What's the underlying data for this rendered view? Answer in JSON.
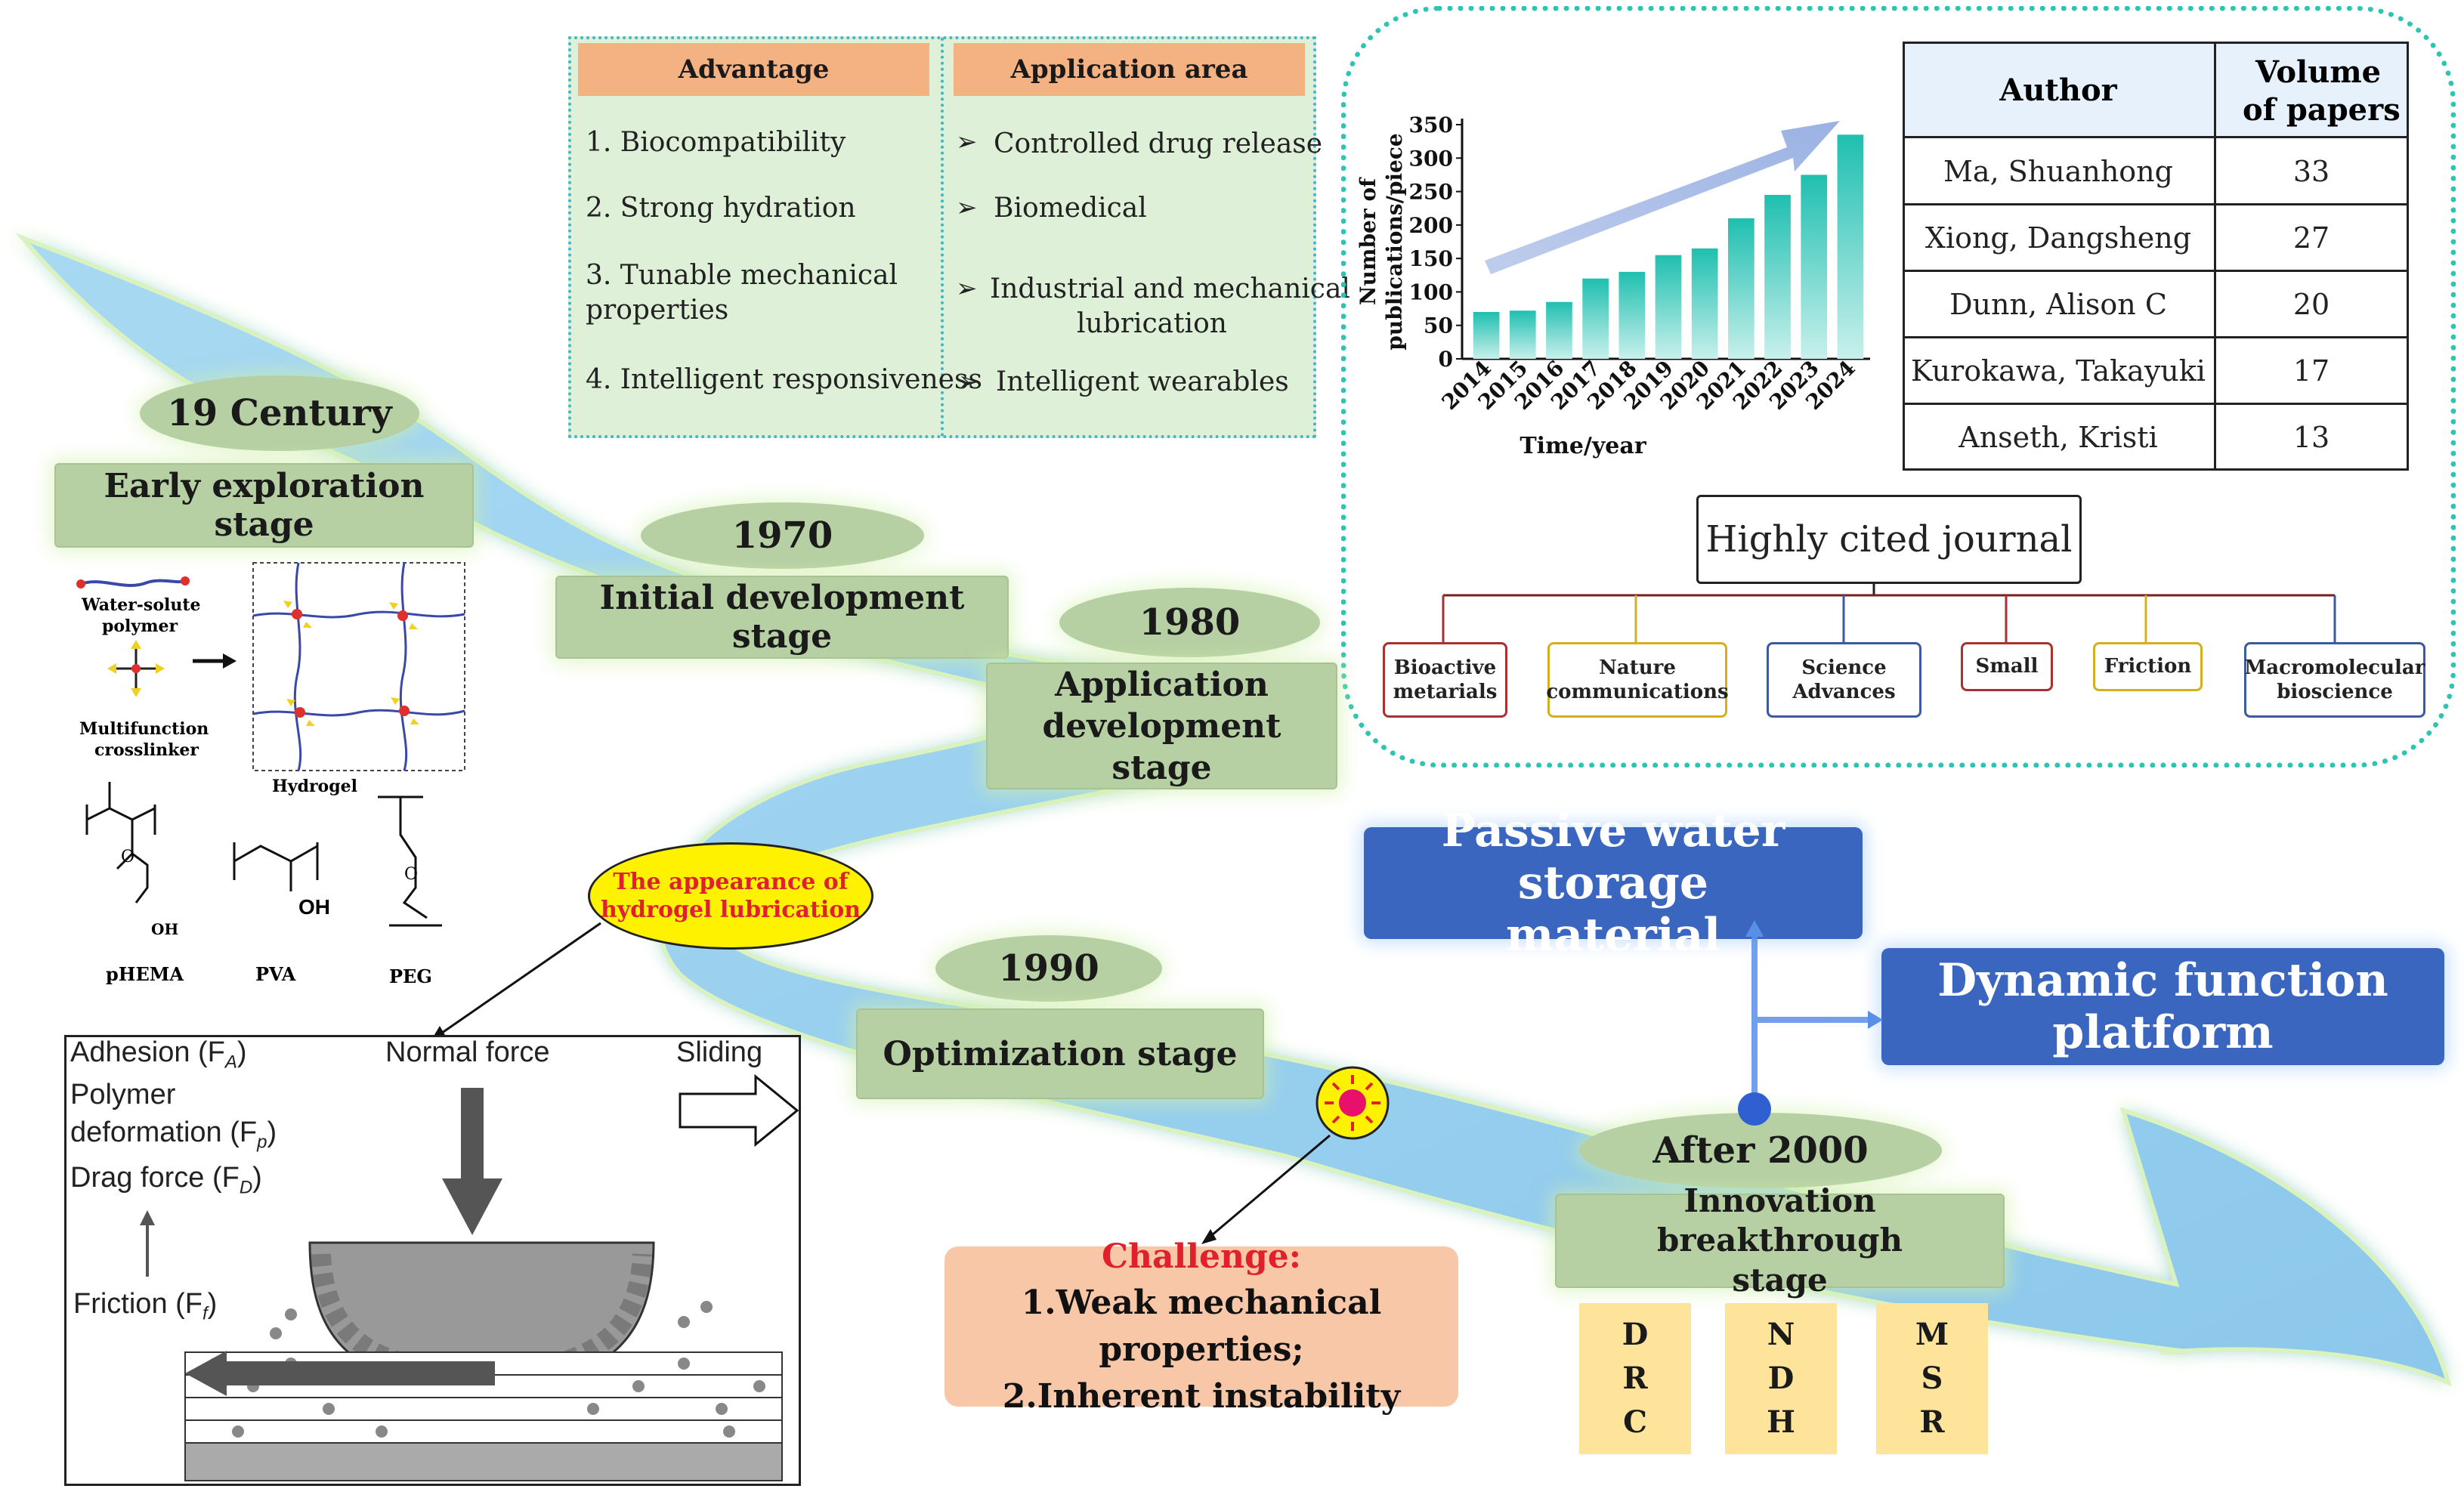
{
  "timeline": {
    "y19": "19 Century",
    "y1970": "1970",
    "y1980": "1980",
    "y1990": "1990",
    "y2000": "After 2000",
    "stage_early": "Early exploration stage",
    "stage_initial": "Initial development stage",
    "stage_app_l1": "Application",
    "stage_app_l2": "development stage",
    "stage_opt": "Optimization stage",
    "stage_innov_l1": "Innovation breakthrough",
    "stage_innov_l2": "stage"
  },
  "advantages": {
    "header": "Advantage",
    "items": [
      "1.    Biocompatibility",
      "2. Strong hydration",
      "3. Tunable mechanical",
      "properties",
      "4. Intelligent responsiveness"
    ]
  },
  "applications": {
    "header": "Application area",
    "items": [
      "Controlled drug release",
      "Biomedical",
      "Industrial and mechanical",
      "lubrication",
      "Intelligent wearables"
    ]
  },
  "chart_data": {
    "type": "bar",
    "categories": [
      "2014",
      "2015",
      "2016",
      "2017",
      "2018",
      "2019",
      "2020",
      "2021",
      "2022",
      "2023",
      "2024"
    ],
    "values": [
      70,
      72,
      85,
      120,
      130,
      155,
      165,
      210,
      245,
      275,
      335
    ],
    "ylabel_l1": "Number of",
    "ylabel_l2": "publications/piece",
    "xlabel": "Time/year",
    "ylim": [
      0,
      350
    ],
    "yticks": [
      "0",
      "50",
      "100",
      "150",
      "200",
      "250",
      "300",
      "350"
    ]
  },
  "author_table": {
    "headers": [
      "Author",
      "Volume",
      "of  papers"
    ],
    "rows": [
      [
        "Ma, Shuanhong",
        "33"
      ],
      [
        "Xiong, Dangsheng",
        "27"
      ],
      [
        "Dunn, Alison C",
        "20"
      ],
      [
        "Kurokawa, Takayuki",
        "17"
      ],
      [
        "Anseth, Kristi",
        "13"
      ]
    ]
  },
  "journals": {
    "root": "Highly cited journal",
    "j1_l1": "Bioactive",
    "j1_l2": "metarials",
    "j2_l1": "Nature",
    "j2_l2": "communications",
    "j3_l1": "Science",
    "j3_l2": "Advances",
    "j4": "Small",
    "j5": "Friction",
    "j6_l1": "Macromolecular",
    "j6_l2": "bioscience"
  },
  "chemistry": {
    "water_l1": "Water-solute",
    "water_l2": "polymer",
    "cross_l1": "Multifunction",
    "cross_l2": "crosslinker",
    "hydrogel": "Hydrogel",
    "phema": "pHEMA",
    "pva": "PVA",
    "peg": "PEG",
    "oh": "OH",
    "o": "O"
  },
  "callout": {
    "l1": "The appearance of",
    "l2": "hydrogel lubrication"
  },
  "mechanism": {
    "adhesion": "Adhesion (F",
    "adhesion_sub": "A",
    "normal": "Normal force",
    "sliding": "Sliding",
    "polymer_l1": "Polymer",
    "deform": "deformation (F",
    "deform_sub": "p",
    "drag": "Drag force (F",
    "drag_sub": "D",
    "friction": "Friction (F",
    "friction_sub": "f"
  },
  "challenge": {
    "title": "Challenge:",
    "l1": "1.Weak mechanical properties;",
    "l2": "2.Inherent instability"
  },
  "future": {
    "passive_l1": "Passive water storage",
    "passive_l2": "material",
    "dynamic_l1": "Dynamic function",
    "dynamic_l2": "platform"
  },
  "strategies": {
    "s1": [
      "D",
      "R",
      "C"
    ],
    "s2": [
      "N",
      "D",
      "H"
    ],
    "s3": [
      "M",
      "S",
      "R"
    ]
  }
}
